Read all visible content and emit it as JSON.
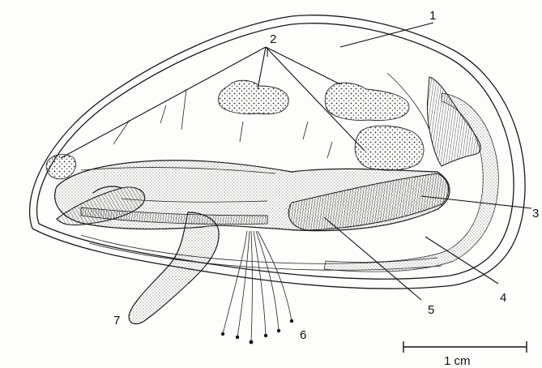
{
  "labels": {
    "l1": "1",
    "l2": "2",
    "l3": "3",
    "l4": "4",
    "l5": "5",
    "l6": "6",
    "l7": "7"
  },
  "scale_bar": {
    "text": "1 cm"
  }
}
